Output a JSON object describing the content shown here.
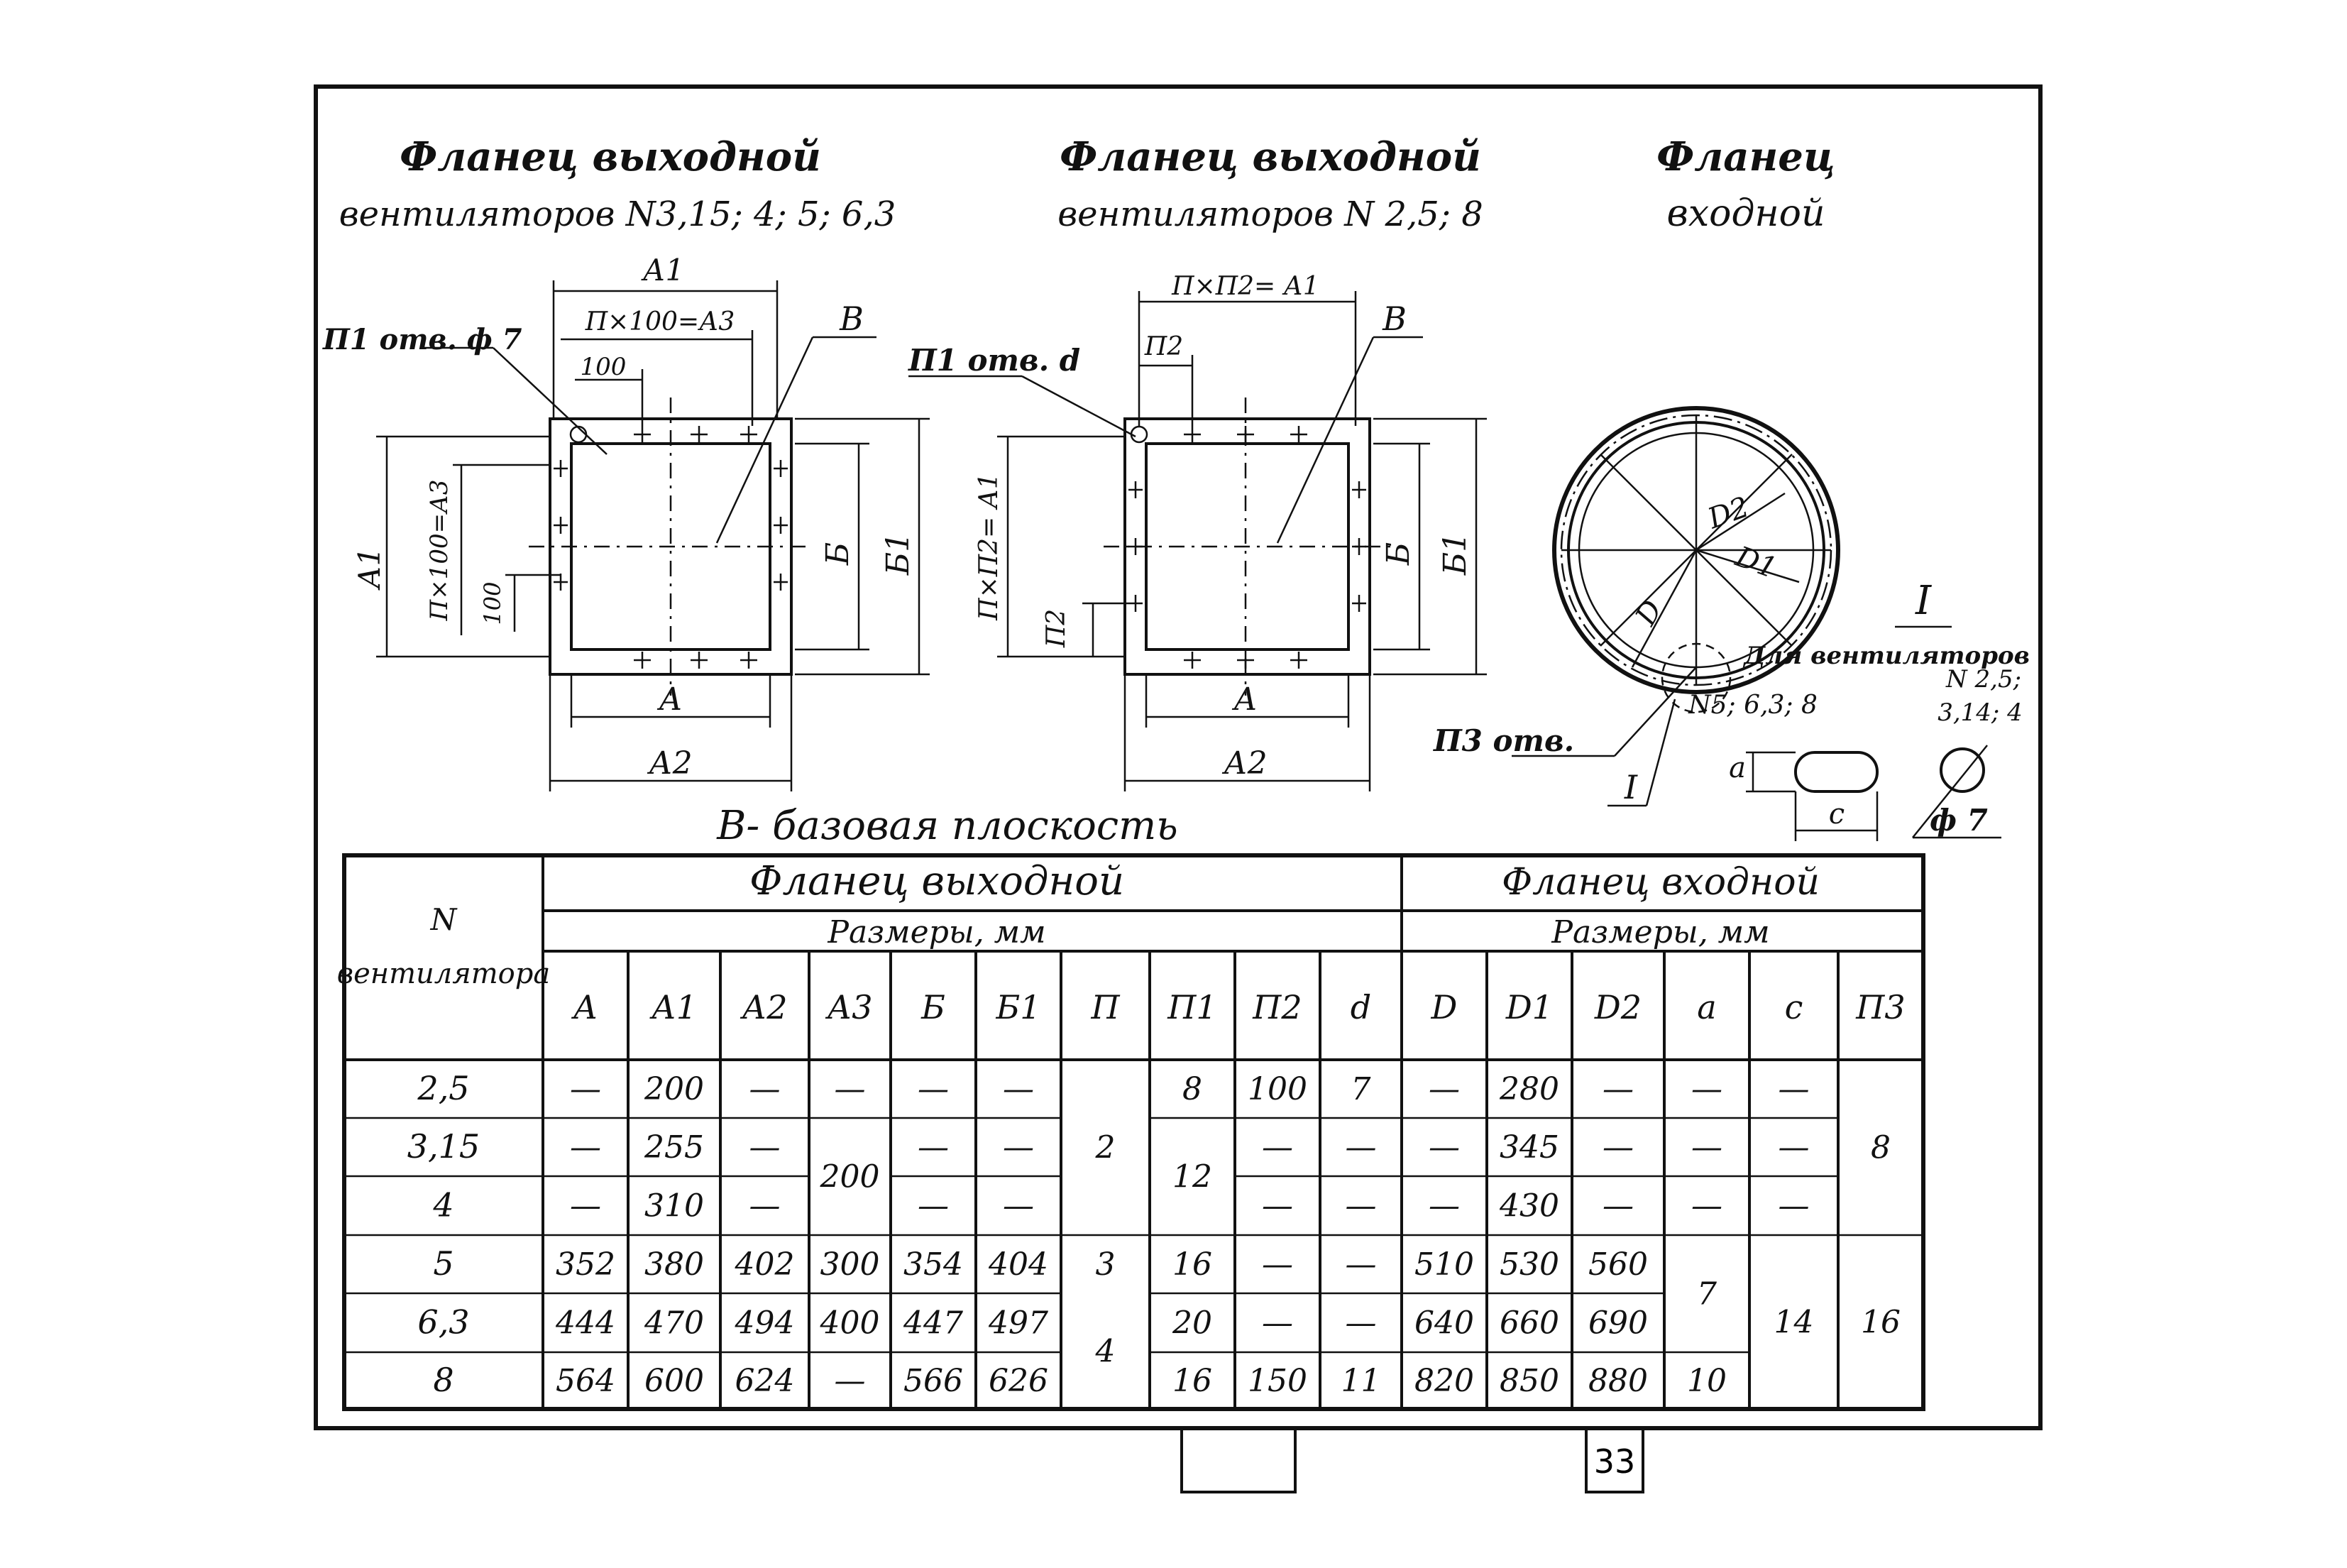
{
  "titles": {
    "out1_line1": "Фланец выходной",
    "out1_line2": "вентиляторов N3,15; 4; 5; 6,3",
    "out2_line1": "Фланец выходной",
    "out2_line2": "вентиляторов N 2,5; 8",
    "in_line1": "Фланец",
    "in_line2": "входной"
  },
  "drawing1": {
    "hole_label": "П1 отв. ф 7",
    "dim_a1_top": "А1",
    "dim_nx100": "П×100=А3",
    "dim_100_top": "100",
    "label_b": "В",
    "dim_a1_left": "А1",
    "dim_nx100_left": "П×100=А3",
    "dim_100_left": "100",
    "dim_b": "Б",
    "dim_b1": "Б1",
    "dim_a": "А",
    "dim_a2": "А2"
  },
  "drawing2": {
    "hole_label": "П1 отв. d",
    "dim_top": "П×П2= А1",
    "dim_p2_top": "П2",
    "label_b": "В",
    "dim_left": "П×П2= А1",
    "dim_p2_left": "П2",
    "dim_b": "Б",
    "dim_b1": "Б1",
    "dim_a": "А",
    "dim_a2": "А2"
  },
  "drawing3": {
    "d2": "D2",
    "d1": "D1",
    "d": "D",
    "holes": "П3 отв.",
    "view_roman": "I",
    "view_ref": "I",
    "fans_note_title": "Для вентиляторов",
    "fans_note_1": "N 2,5;",
    "fans_note_2": "3,14; 4",
    "fans_note_3": "N5; 6,3; 8",
    "dim_a": "а",
    "dim_c": "с",
    "dim_phi": "ф 7"
  },
  "base_plane": "В- базовая плоскость",
  "table": {
    "fan_header": "N вентилятора",
    "fan_header_line1": "N",
    "fan_header_line2": "вентилятора",
    "out_group": "Фланец выходной",
    "in_group": "Фланец входной",
    "sizes": "Размеры, мм",
    "out_cols": [
      "А",
      "А1",
      "А2",
      "А3",
      "Б",
      "Б1",
      "П",
      "П1",
      "П2",
      "d"
    ],
    "in_cols": [
      "D",
      "D1",
      "D2",
      "а",
      "с",
      "П3"
    ],
    "fans": [
      "2,5",
      "3,15",
      "4",
      "5",
      "6,3",
      "8"
    ],
    "A": [
      "—",
      "—",
      "—",
      "352",
      "444",
      "564"
    ],
    "A1": [
      "200",
      "255",
      "310",
      "380",
      "470",
      "600"
    ],
    "A2": [
      "—",
      "—",
      "—",
      "402",
      "494",
      "624"
    ],
    "A3": [
      "—",
      "200",
      "300",
      "400",
      "—"
    ],
    "B": [
      "—",
      "—",
      "—",
      "354",
      "447",
      "566"
    ],
    "B1": [
      "—",
      "—",
      "—",
      "404",
      "497",
      "626"
    ],
    "P": [
      "2",
      "3",
      "4"
    ],
    "P1": [
      "8",
      "12",
      "16",
      "20",
      "16"
    ],
    "P2": [
      "100",
      "—",
      "—",
      "—",
      "—",
      "150"
    ],
    "d": [
      "7",
      "—",
      "—",
      "—",
      "—",
      "11"
    ],
    "D": [
      "—",
      "—",
      "—",
      "510",
      "640",
      "820"
    ],
    "D1": [
      "280",
      "345",
      "430",
      "530",
      "660",
      "850"
    ],
    "D2": [
      "—",
      "—",
      "—",
      "560",
      "690",
      "880"
    ],
    "a": [
      "—",
      "—",
      "—",
      "7",
      "10"
    ],
    "c": [
      "—",
      "—",
      "—",
      "14"
    ],
    "P3": [
      "8",
      "16"
    ]
  },
  "page_number": "33"
}
